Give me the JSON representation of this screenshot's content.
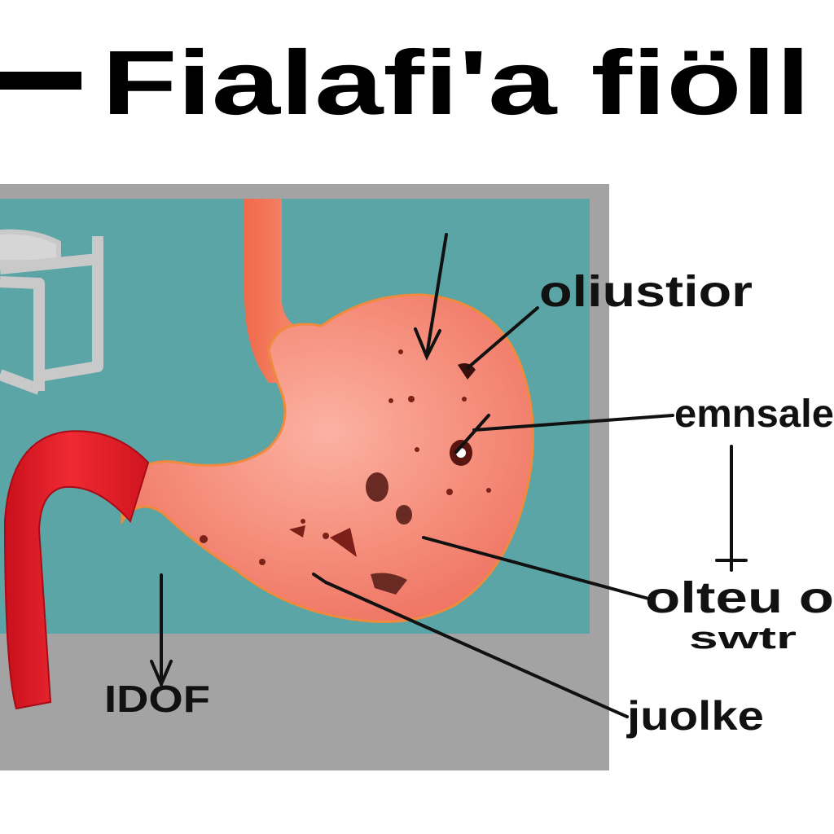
{
  "title": "Fialafi'a fiöll",
  "labels": {
    "top_right": "oliustior",
    "middle_right": "emnsale",
    "lower_right_line1": "olteu o",
    "lower_right_line2": "swtr",
    "bottom_right": "juolke",
    "bottom_left": "IDOF"
  },
  "colors": {
    "background": "#ffffff",
    "frame_gray": "#a3a3a3",
    "teal_panel": "#5ba5a6",
    "stomach": "#f4826f",
    "stomach_edge": "#f08a3c",
    "duodenum": "#e8212d",
    "table": "#c8c8c8",
    "ink": "#111111"
  }
}
